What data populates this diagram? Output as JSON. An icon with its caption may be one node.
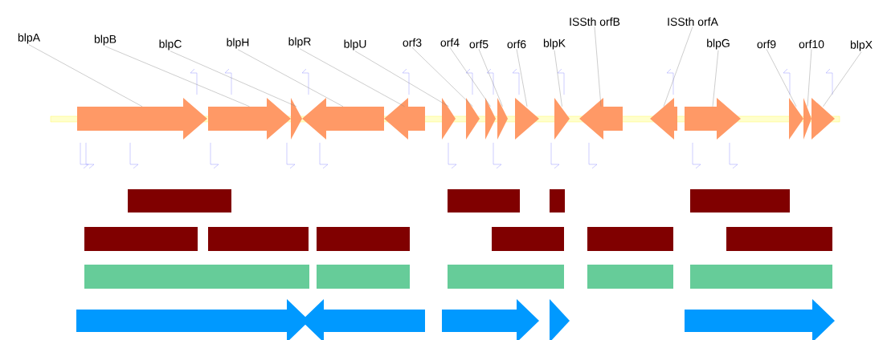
{
  "diagram": {
    "nodes": [
      {
        "text": [
          "blpA"
        ]
      },
      {
        "text": [
          "blpB"
        ]
      },
      {
        "text": [
          "blpC"
        ]
      },
      {
        "text": [
          "blpH"
        ]
      },
      {
        "text": [
          "blpR"
        ]
      },
      {
        "text": [
          "blpU"
        ]
      },
      {
        "text": [
          "orf3"
        ]
      },
      {
        "text": [
          "orf4"
        ]
      },
      {
        "text": [
          "orf5"
        ]
      },
      {
        "text": [
          "orf6"
        ]
      },
      {
        "text": [
          "blpK"
        ]
      },
      {
        "text": [
          "ISSth orfB"
        ]
      },
      {
        "text": [
          "ISSth orfA"
        ]
      },
      {
        "text": [
          "blpG"
        ]
      },
      {
        "text": [
          "orf9"
        ]
      },
      {
        "text": [
          "orf10"
        ]
      },
      {
        "text": [
          "blpX"
        ]
      },
      {
        "text": [],
        "shape": "arrow"
      },
      {
        "text": [],
        "shape": "arrow"
      },
      {
        "text": [],
        "shape": "arrow"
      },
      {
        "text": [],
        "shape": "arrow"
      },
      {
        "text": [],
        "shape": "arrow"
      },
      {
        "text": [],
        "shape": "arrow"
      },
      {
        "text": [],
        "shape": "arrow"
      },
      {
        "text": [],
        "shape": "arrow"
      },
      {
        "text": [],
        "shape": "arrow"
      },
      {
        "text": [],
        "shape": "arrow"
      },
      {
        "text": [],
        "shape": "arrow"
      },
      {
        "text": [],
        "shape": "arrow"
      },
      {
        "text": [],
        "shape": "arrow"
      },
      {
        "text": [],
        "shape": "arrow"
      },
      {
        "text": [],
        "shape": "arrow"
      },
      {
        "text": [],
        "shape": "arrow"
      },
      {
        "text": [],
        "shape": "arrow"
      }
    ],
    "edges": [
      {
        "from": 0,
        "to": 17,
        "arrow": "none"
      },
      {
        "from": 1,
        "to": 18,
        "arrow": "none"
      },
      {
        "from": 2,
        "to": 19,
        "arrow": "none"
      },
      {
        "from": 3,
        "to": 20,
        "arrow": "none"
      },
      {
        "from": 4,
        "to": 21,
        "arrow": "none"
      },
      {
        "from": 5,
        "to": 22,
        "arrow": "none"
      },
      {
        "from": 6,
        "to": 23,
        "arrow": "none"
      },
      {
        "from": 7,
        "to": 24,
        "arrow": "none"
      },
      {
        "from": 8,
        "to": 25,
        "arrow": "none"
      },
      {
        "from": 9,
        "to": 26,
        "arrow": "none"
      },
      {
        "from": 10,
        "to": 27,
        "arrow": "none"
      },
      {
        "from": 11,
        "to": 28,
        "arrow": "none"
      },
      {
        "from": 12,
        "to": 29,
        "arrow": "none"
      },
      {
        "from": 13,
        "to": 30,
        "arrow": "none"
      },
      {
        "from": 14,
        "to": 31,
        "arrow": "none"
      },
      {
        "from": 15,
        "to": 32,
        "arrow": "none"
      },
      {
        "from": 16,
        "to": 33,
        "arrow": "none"
      }
    ]
  }
}
